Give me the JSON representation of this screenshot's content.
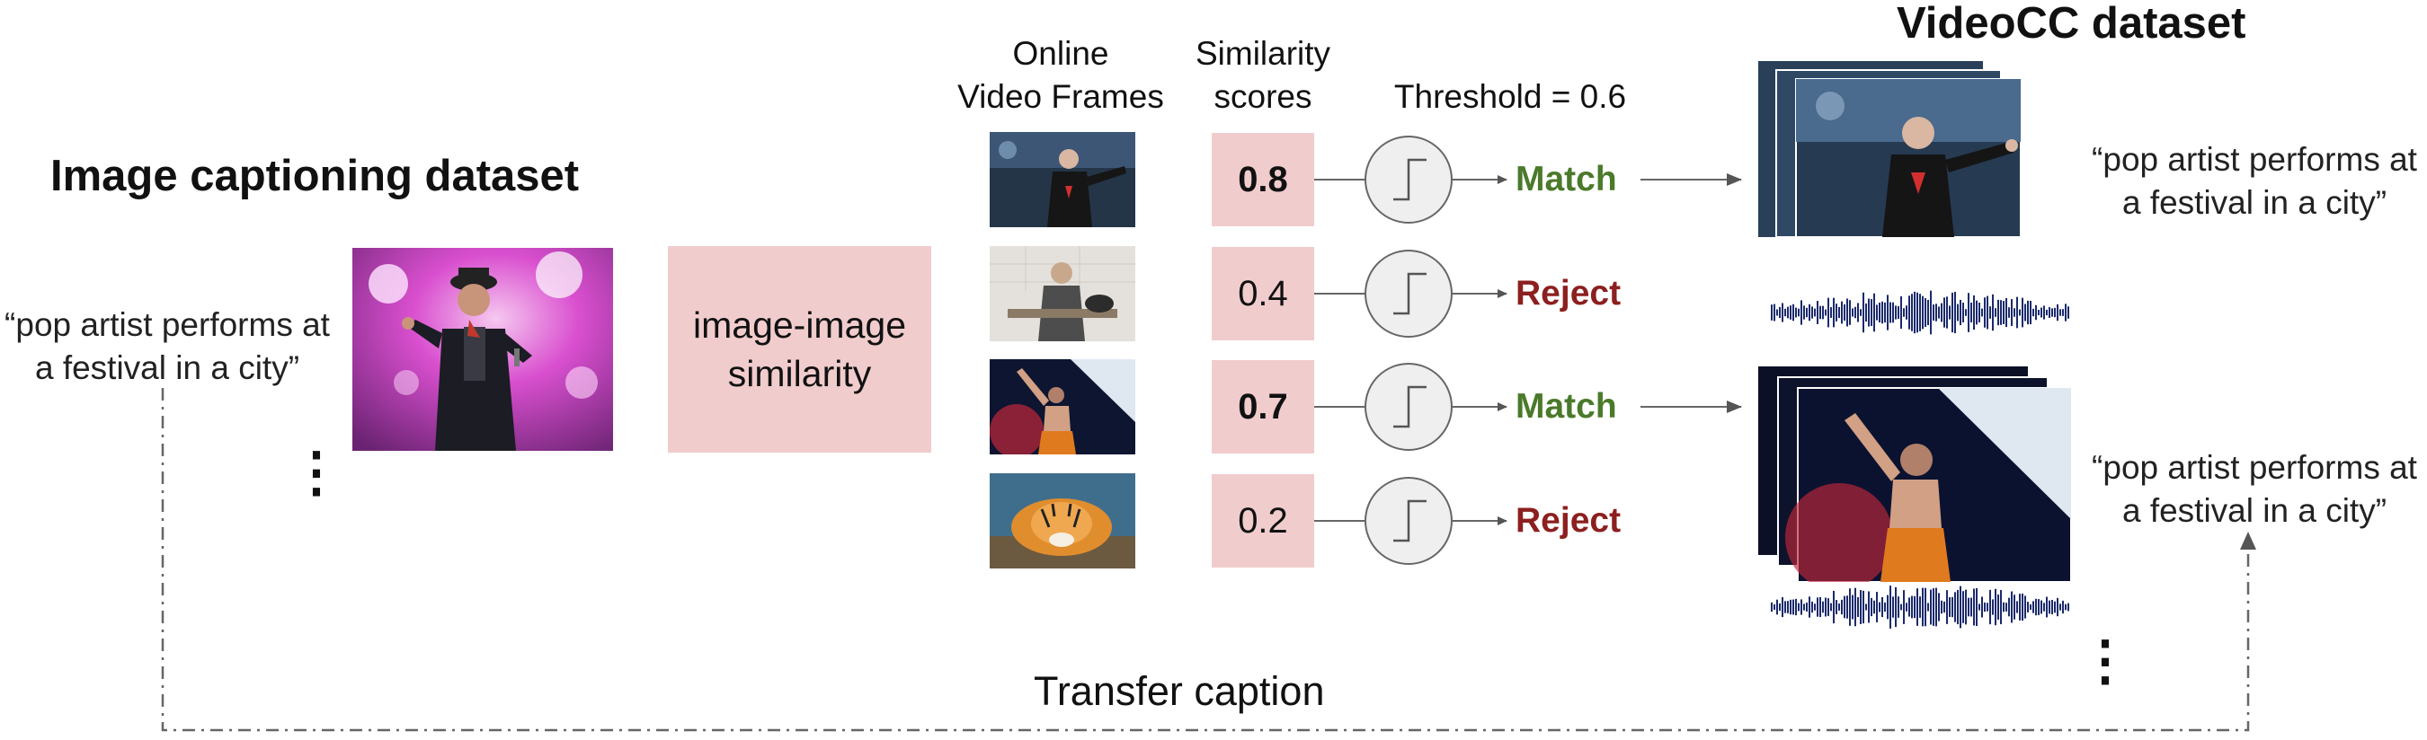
{
  "left": {
    "title": "Image captioning dataset",
    "caption_line1": "“pop artist performs at",
    "caption_line2": "a festival in a city”"
  },
  "similarity_box": {
    "line1": "image-image",
    "line2": "similarity"
  },
  "columns": {
    "frames_line1": "Online",
    "frames_line2": "Video Frames",
    "scores_line1": "Similarity",
    "scores_line2": "scores",
    "threshold": "Threshold = 0.6"
  },
  "rows": [
    {
      "score": "0.8",
      "verdict": "Match",
      "image": "concert-performer-frame"
    },
    {
      "score": "0.4",
      "verdict": "Reject",
      "image": "kitchen-cooking-frame"
    },
    {
      "score": "0.7",
      "verdict": "Match",
      "image": "stage-singer-red-lights-frame"
    },
    {
      "score": "0.2",
      "verdict": "Reject",
      "image": "tiger-frame"
    }
  ],
  "right": {
    "title": "VideoCC dataset",
    "caption1_line1": "“pop artist performs at",
    "caption1_line2": "a festival in a city”",
    "caption2_line1": "“pop artist performs at",
    "caption2_line2": "a festival in a city”"
  },
  "bottom": {
    "transfer_label": "Transfer caption"
  },
  "colors": {
    "pink_box": "#f1cccd",
    "match": "#4a7a2a",
    "reject": "#8c1f1f",
    "waveform": "#1b2a6b"
  }
}
